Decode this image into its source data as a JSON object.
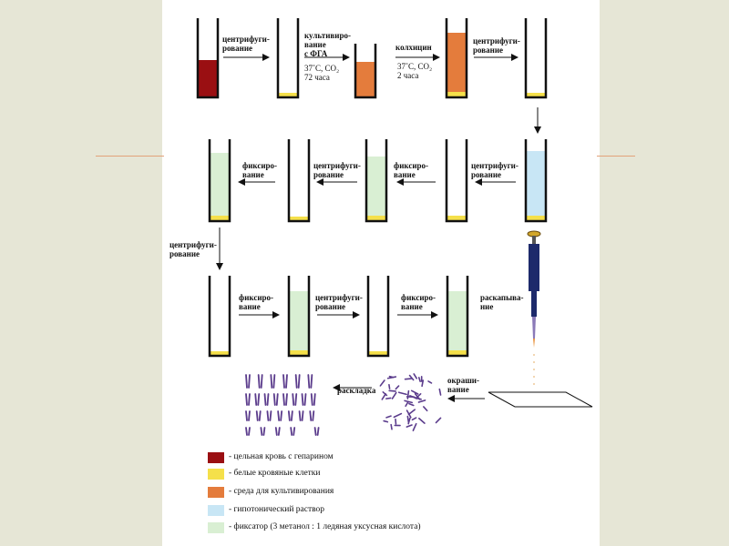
{
  "labels": {
    "centrifuge": "центрифуги-\nрование",
    "cultivation": "культивиро-\nвание\nс ФГА",
    "cultivation_cond": "37˚С, СО₂\n72 часа",
    "colchicine": "колхицин",
    "colchicine_cond": "37˚С, СО₂\n2 часа",
    "fixation": "фиксиро-\nвание",
    "dropping": "раскапыва-\nние",
    "staining": "окраши-\nвание",
    "layout": "раскладка"
  },
  "legend": [
    {
      "color": "#9a0f12",
      "text": "- цельная кровь с гепарином"
    },
    {
      "color": "#f5e04a",
      "text": "- белые кровяные клетки"
    },
    {
      "color": "#e47c3c",
      "text": "- среда для культивирования"
    },
    {
      "color": "#c8e6f5",
      "text": "- гипотонический раствор"
    },
    {
      "color": "#d9efd3",
      "text": "- фиксатор (3 метанол : 1 ледяная уксусная кислота)"
    }
  ],
  "colors": {
    "blood": "#9a0f12",
    "cells": "#f5e04a",
    "medium": "#e47c3c",
    "hypotonic": "#c8e6f5",
    "fixative": "#d9efd3",
    "chromosome": "#5b3c8c",
    "pipette": "#1d2a6b"
  }
}
